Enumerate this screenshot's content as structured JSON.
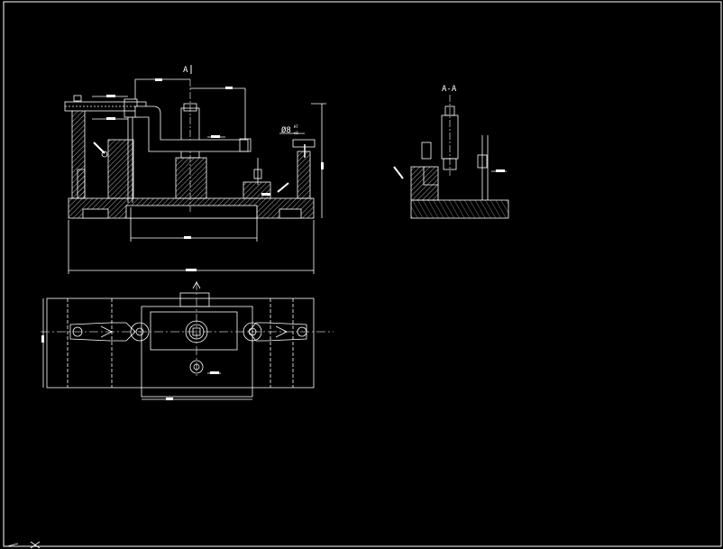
{
  "labels": {
    "section_marker": "A",
    "section_view_title": "A-A",
    "bore_diameter": "Ø8",
    "tolerance_top": "H7",
    "tolerance_bottom": "n6"
  },
  "colors": {
    "background": "#000000",
    "linework": "#ffffff",
    "hatch": "#d8d8d8",
    "centerline": "#bfbfbf"
  }
}
